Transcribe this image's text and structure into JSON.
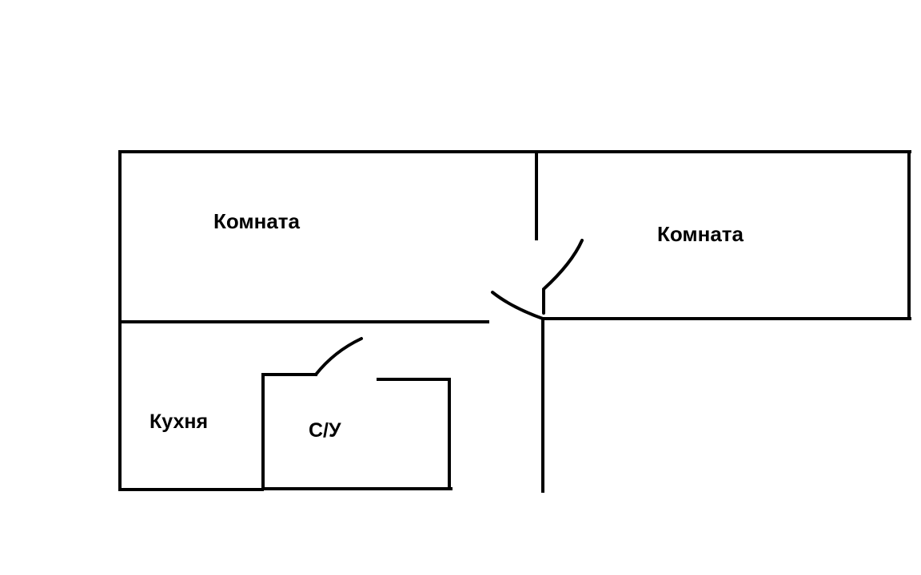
{
  "labels": {
    "room_left": "Комната",
    "room_right": "Комната",
    "kitchen": "Кухня",
    "bathroom": "С/У"
  },
  "colors": {
    "background": "#ffffff",
    "ink": "#000000"
  }
}
